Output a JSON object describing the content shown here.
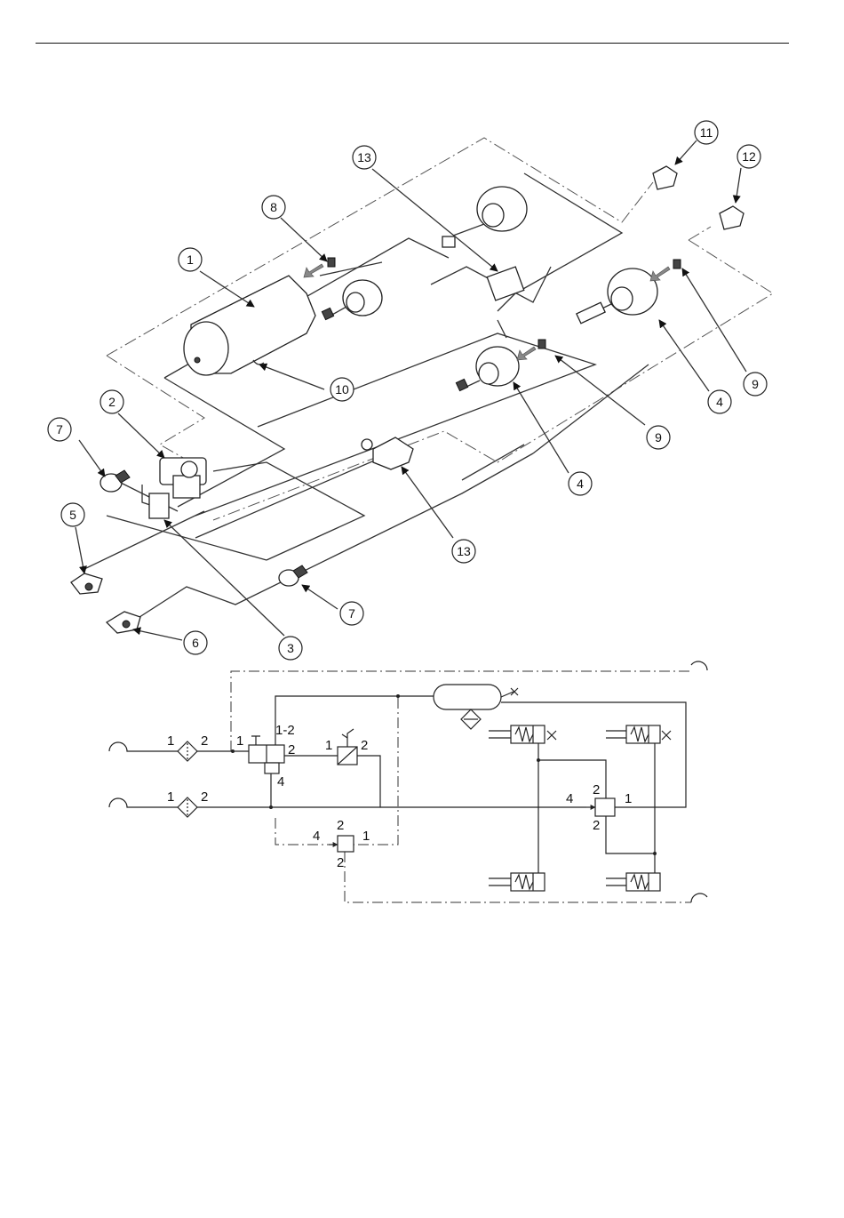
{
  "callouts": {
    "c1": "1",
    "c2": "2",
    "c3": "3",
    "c4a": "4",
    "c4b": "4",
    "c5": "5",
    "c6": "6",
    "c7a": "7",
    "c7b": "7",
    "c8": "8",
    "c9a": "9",
    "c9b": "9",
    "c10": "10",
    "c11": "11",
    "c12": "12",
    "c13a": "13",
    "c13b": "13"
  },
  "schematic": {
    "filter1_in": "1",
    "filter1_out": "2",
    "filter2_in": "1",
    "filter2_out": "2",
    "valve_in": "1",
    "valve_top": "1-2",
    "valve_out": "2",
    "valve_ctrl": "4",
    "hand_in": "1",
    "hand_out": "2",
    "relay_ctrl": "4",
    "relay_out_top": "2",
    "relay_in": "1",
    "relay_out_bot": "2",
    "aux_top": "2",
    "aux_ctrl": "4",
    "aux_in": "1",
    "aux_bot": "2"
  }
}
